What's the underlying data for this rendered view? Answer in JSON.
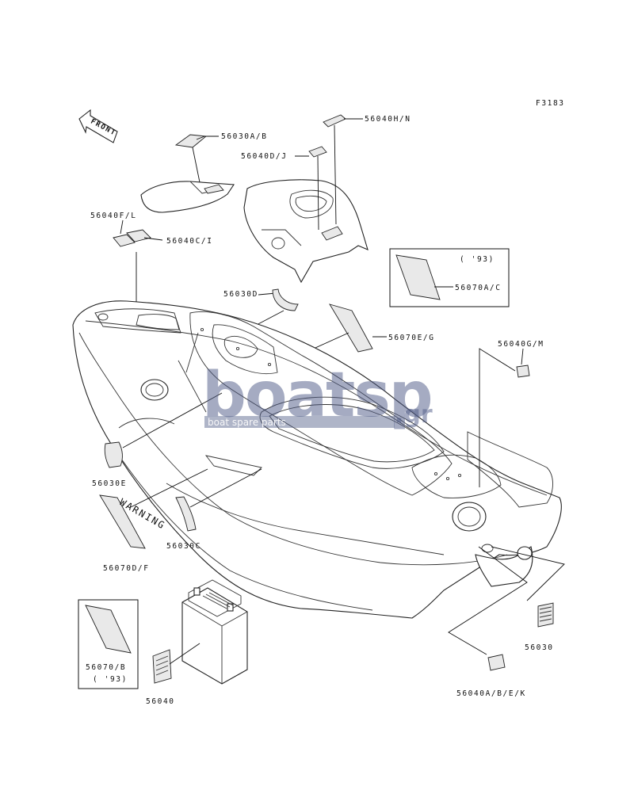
{
  "figure_code": "F3183",
  "front_label": "FRONT",
  "warning_text": "WARNING",
  "watermark": {
    "main": "boatsp",
    "suffix": ".gr",
    "tagline": "boat spare parts"
  },
  "box_label_93": "( '93)",
  "labels": {
    "p56030AB": "56030A/B",
    "p56040HN": "56040H/N",
    "p56040DJ": "56040D/J",
    "p56040FL": "56040F/L",
    "p56040CI": "56040C/I",
    "p56070AC": "56070A/C",
    "p56030D": "56030D",
    "p56070EG": "56070E/G",
    "p56040GM": "56040G/M",
    "p56030E": "56030E",
    "p56030C": "56030C",
    "p56070DF": "56070D/F",
    "p56070B": "56070/B",
    "p56040": "56040",
    "p56030": "56030",
    "p56040ABEK": "56040A/B/E/K"
  }
}
